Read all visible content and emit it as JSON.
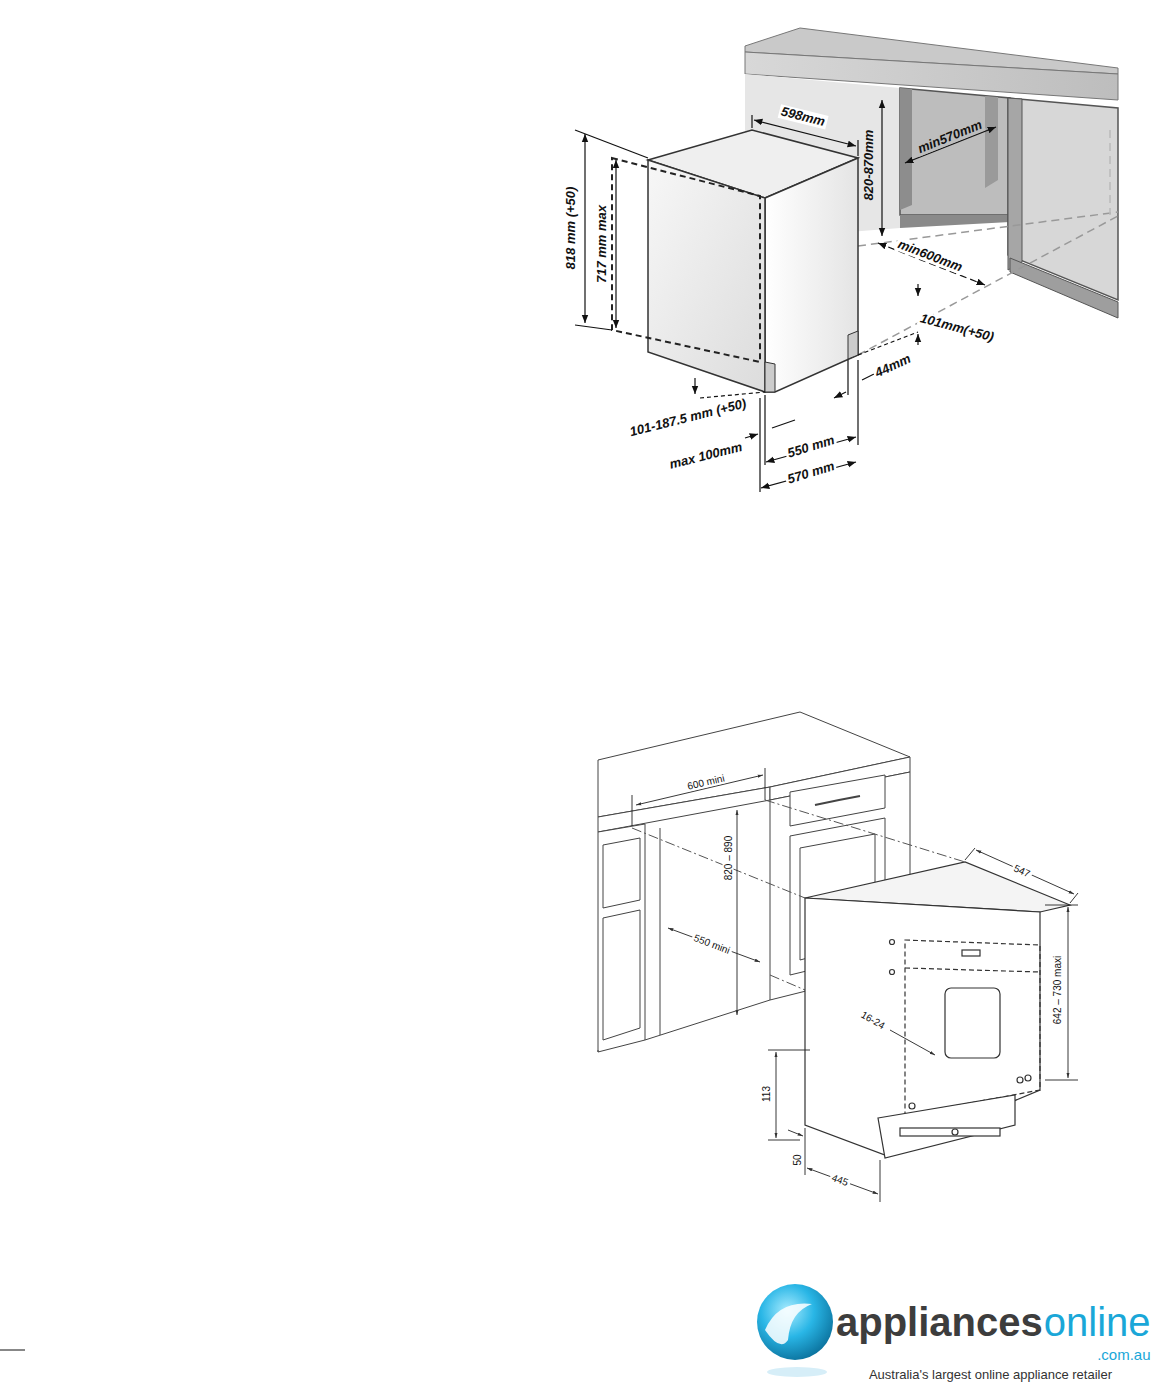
{
  "diagram": {
    "labels": [
      "598mm",
      "820-870mm",
      "min570mm",
      "818 mm (+50)",
      "717 mm max",
      "min600mm",
      "101mm(+50)",
      "44mm",
      "101-187.5 mm (+50)",
      "max 100mm",
      "550 mm",
      "570 mm",
      "600 mini",
      "820 – 890",
      "550 mini",
      "547",
      "642 – 730 maxi",
      "16-24",
      "113",
      "50",
      "445",
      "appliances",
      "online",
      ".com.au",
      "Australia's largest online appliance retailer"
    ]
  }
}
